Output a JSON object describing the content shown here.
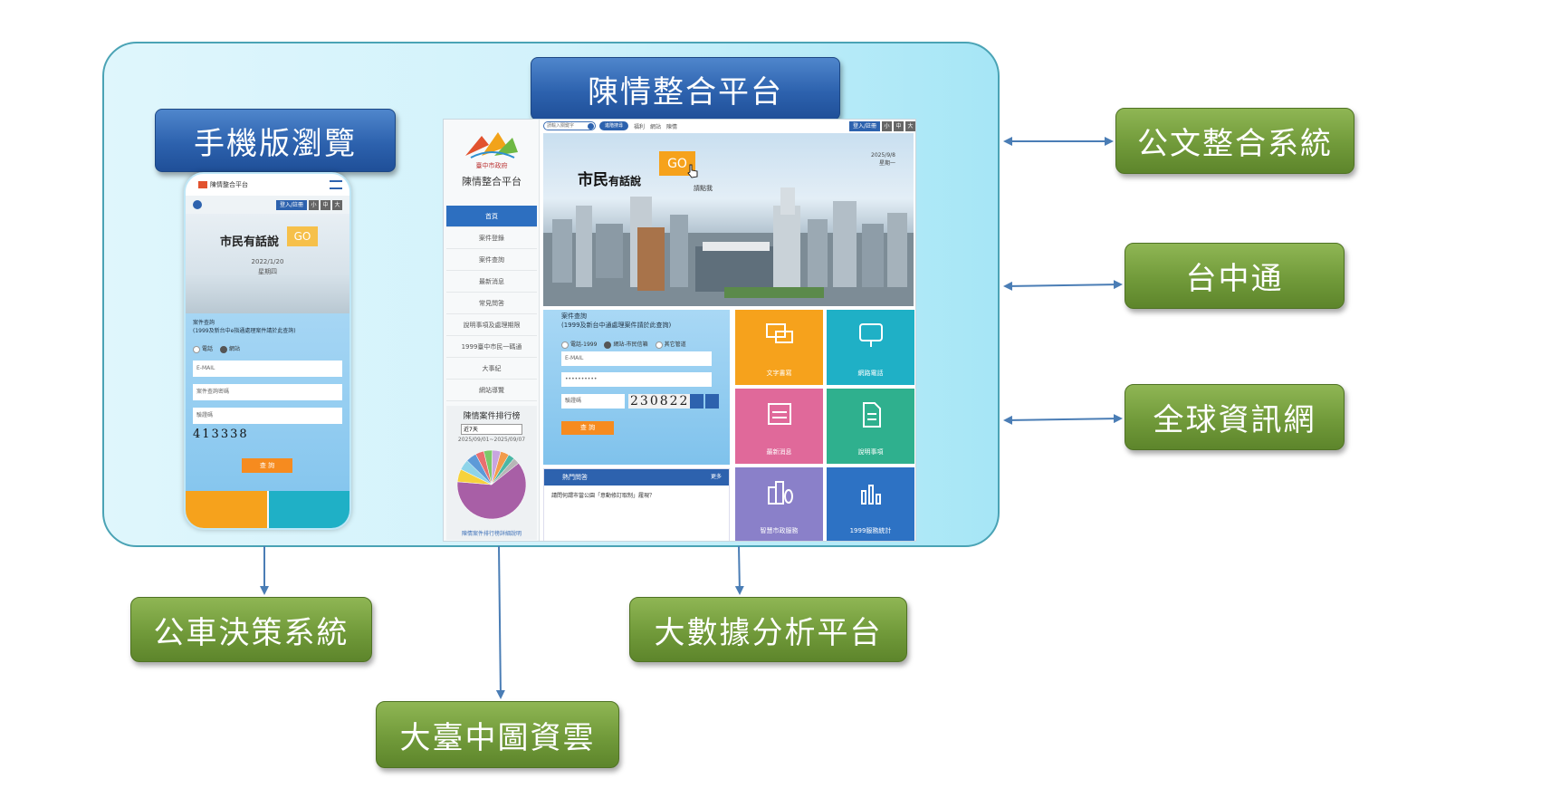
{
  "labels": {
    "mobile_view": "手機版瀏覽",
    "complaint_platform": "陳情整合平台",
    "document_system": "公文整合系統",
    "taichung_pass": "台中通",
    "global_web": "全球資訊網",
    "bus_decision": "公車決策系統",
    "big_data": "大數據分析平台",
    "map_cloud": "大臺中圖資雲"
  },
  "desktop": {
    "logo_org": "臺中市政府",
    "logo_title": "陳情整合平台",
    "search_placeholder": "請輸入關鍵字",
    "advanced_search": "進階搜尋",
    "top_links": "福利　網站　陳情",
    "login": "登入/註冊",
    "size_small": "小",
    "size_medium": "中",
    "size_large": "大",
    "menu": [
      {
        "label": "首頁"
      },
      {
        "label": "案件登錄"
      },
      {
        "label": "案件查詢"
      },
      {
        "label": "最新消息"
      },
      {
        "label": "常見問答"
      },
      {
        "label": "說明事項及處理期限"
      },
      {
        "label": "1999臺中市民一碼通"
      },
      {
        "label": "大事紀"
      },
      {
        "label": "網站導覽"
      }
    ],
    "rank_title": "陳情案件排行榜",
    "rank_select": "近7天",
    "rank_date": "2025/09/01~2025/09/07",
    "rank_footer": "陳情案件排行榜詳細說明",
    "hero_title_main": "市民",
    "hero_title_small": "有話說",
    "hero_go": "GO",
    "hero_click": "請點我",
    "hero_date": "2025/9/8",
    "hero_weekday": "星期一",
    "query_title": "案件查詢",
    "query_subtitle": "(1999及新台中通處理案件請於此查詢)",
    "radio_phone": "電話-1999",
    "radio_web": "網站-市民信箱",
    "radio_other": "其它管道",
    "email_placeholder": "E-MAIL",
    "password_mask": "••••••••••",
    "captcha_placeholder": "驗證碼",
    "captcha_code": "230822",
    "query_button": "查 詢",
    "faq_title": "熱門問答",
    "faq_more": "更多",
    "faq_text": "請問何謂市當公園「意動修訂取制」履現？",
    "tiles": [
      {
        "label": "文字書寫",
        "color": "#f6a21c"
      },
      {
        "label": "網路電話",
        "color": "#1fb0c6"
      },
      {
        "label": "最新消息",
        "color": "#e0699a"
      },
      {
        "label": "說明事項",
        "color": "#2fb08e"
      },
      {
        "label": "智慧市政服務",
        "color": "#8a80c9"
      },
      {
        "label": "1999服務統計",
        "color": "#2d72c4"
      }
    ],
    "pie_colors": [
      "#a85fa6",
      "#f6d23c",
      "#8ed4e9",
      "#5d9ad8",
      "#e96f6f",
      "#7bc96a",
      "#c8a5e0",
      "#f29b4c",
      "#4bb7a5",
      "#b7b7b7"
    ]
  },
  "phone": {
    "header_title": "陳情整合平台",
    "login": "登入/註冊",
    "size_small": "小",
    "size_medium": "中",
    "size_large": "大",
    "hero_title": "市民有話說",
    "hero_go": "GO",
    "hero_date": "2022/1/20",
    "hero_weekday": "星期四",
    "query_title": "案件查詢",
    "query_subtitle": "(1999及新台中e指通處理案件請於此查詢)",
    "radio_phone": "電話",
    "radio_web": "網站",
    "email_placeholder": "E-MAIL",
    "password_placeholder": "案件查詢密碼",
    "captcha_placeholder": "驗證碼",
    "captcha_code": "413338",
    "query_button": "查 詢"
  }
}
